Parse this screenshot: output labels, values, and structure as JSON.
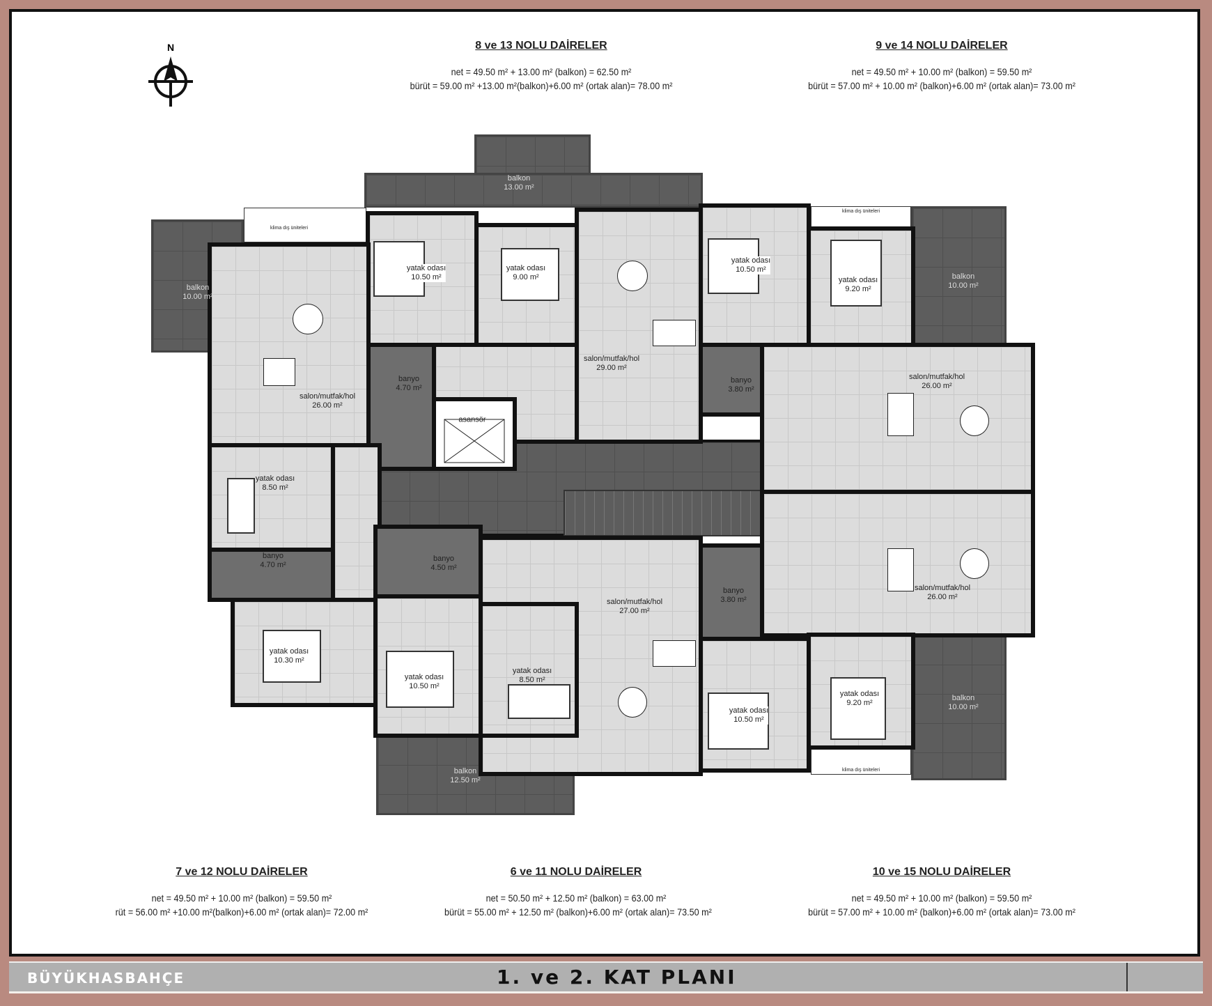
{
  "compass": {
    "label": "N"
  },
  "units": [
    {
      "title": "8 ve 13  NOLU DAİRELER",
      "net": "net     = 49.50 m² + 13.00 m² (balkon)  =  62.50 m²",
      "brut": "bürüt = 59.00 m² +13.00 m²(balkon)+6.00 m² (ortak alan)= 78.00 m²"
    },
    {
      "title": "9 ve 14  NOLU DAİRELER",
      "net": "net    = 49.50 m² + 10.00 m² (balkon)  =  59.50 m²",
      "brut": "bürüt = 57.00 m² + 10.00 m² (balkon)+6.00 m² (ortak alan)= 73.00 m²"
    },
    {
      "title": "7 ve 12 NOLU DAİRELER",
      "net": "net    = 49.50 m² + 10.00 m² (balkon)  =  59.50 m²",
      "brut": "rüt = 56.00 m² +10.00 m²(balkon)+6.00 m² (ortak alan)= 72.00 m²"
    },
    {
      "title": "6 ve 11  NOLU DAİRELER",
      "net": "net    = 50.50 m² + 12.50 m² (balkon)  =  63.00 m²",
      "brut": "bürüt = 55.00 m² + 12.50 m² (balkon)+6.00 m² (ortak alan)= 73.50 m²"
    },
    {
      "title": "10 ve 15  NOLU DAİRELER",
      "net": "net    = 49.50 m² + 10.00 m² (balkon)  =  59.50 m²",
      "brut": "bürüt = 57.00 m² + 10.00 m² (balkon)+6.00 m² (ortak alan)= 73.00 m²"
    }
  ],
  "rooms": [
    {
      "name": "balkon",
      "area": "13.00 m²"
    },
    {
      "name": "balkon",
      "area": "10.00 m²"
    },
    {
      "name": "balkon",
      "area": "10.00 m²"
    },
    {
      "name": "balkon",
      "area": "10.00 m²"
    },
    {
      "name": "balkon",
      "area": "12.50 m²"
    },
    {
      "name": "yatak odası",
      "area": "10.50 m²"
    },
    {
      "name": "yatak odası",
      "area": "9.00 m²"
    },
    {
      "name": "banyo",
      "area": "4.70 m²"
    },
    {
      "name": "salon/mutfak/hol",
      "area": "29.00 m²"
    },
    {
      "name": "salon/mutfak/hol",
      "area": "26.00 m²"
    },
    {
      "name": "yatak odası",
      "area": "8.50 m²"
    },
    {
      "name": "banyo",
      "area": "4.70 m²"
    },
    {
      "name": "yatak odası",
      "area": "10.30 m²"
    },
    {
      "name": "banyo",
      "area": "4.50 m²"
    },
    {
      "name": "yatak odası",
      "area": "10.50 m²"
    },
    {
      "name": "yatak odası",
      "area": "8.50 m²"
    },
    {
      "name": "salon/mutfak/hol",
      "area": "27.00 m²"
    },
    {
      "name": "banyo",
      "area": "3.80 m²"
    },
    {
      "name": "yatak odası",
      "area": "10.50 m²"
    },
    {
      "name": "yatak odası",
      "area": "9.20 m²"
    },
    {
      "name": "salon/mutfak/hol",
      "area": "26.00 m²"
    },
    {
      "name": "yatak odası",
      "area": "10.50 m²"
    },
    {
      "name": "yatak odası",
      "area": "9.20 m²"
    },
    {
      "name": "banyo",
      "area": "3.80 m²"
    },
    {
      "name": "salon/mutfak/hol",
      "area": "26.00 m²"
    }
  ],
  "elevator": {
    "label": "asansör"
  },
  "klima": {
    "label": "klima dış üniteleri"
  },
  "footer": {
    "brand": "BÜYÜKHASBAHÇE",
    "title": "1. ve 2. KAT PLANI"
  },
  "colors": {
    "frame": "#b98a80",
    "footer": "#b0b0b0",
    "balcony": "#5d5d5d",
    "floor": "#dcdcdc",
    "wall": "#111111"
  }
}
